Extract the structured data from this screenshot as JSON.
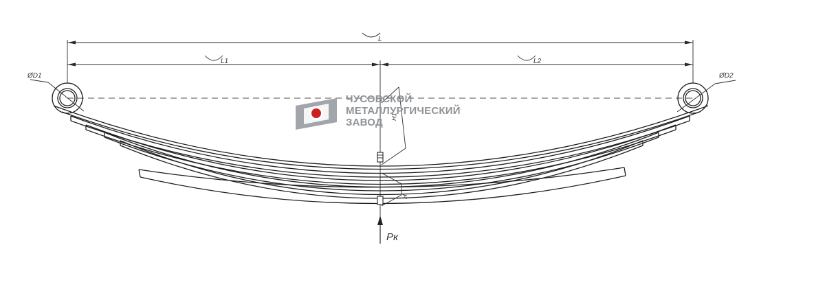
{
  "dimensions": {
    "total_length": "L",
    "left_length": "L1",
    "right_length": "L2",
    "left_eye_diameter": "ØD1",
    "right_eye_diameter": "ØD2",
    "camber_height": "H1",
    "height": "H",
    "load": "Pк"
  },
  "logo": {
    "line1": "ЧУСОВСКОЙ",
    "line2": "МЕТАЛЛУРГИЧЕСКИЙ",
    "line3": "ЗАВОД",
    "red": "#cc1f1f",
    "grey": "#9a9ea3"
  }
}
